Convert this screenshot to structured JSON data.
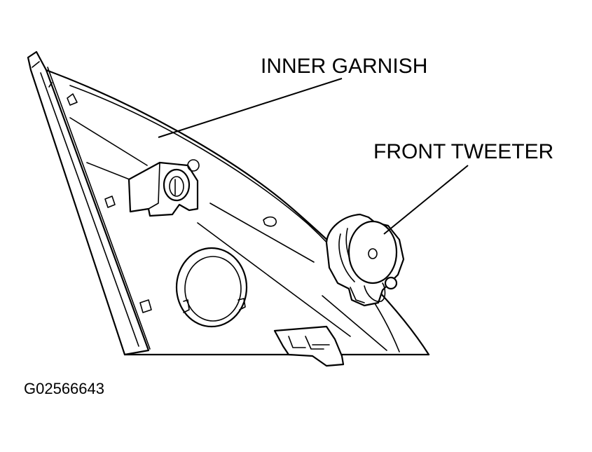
{
  "labels": {
    "inner_garnish": "INNER GARNISH",
    "front_tweeter": "FRONT TWEETER"
  },
  "figure_code": "G02566643"
}
